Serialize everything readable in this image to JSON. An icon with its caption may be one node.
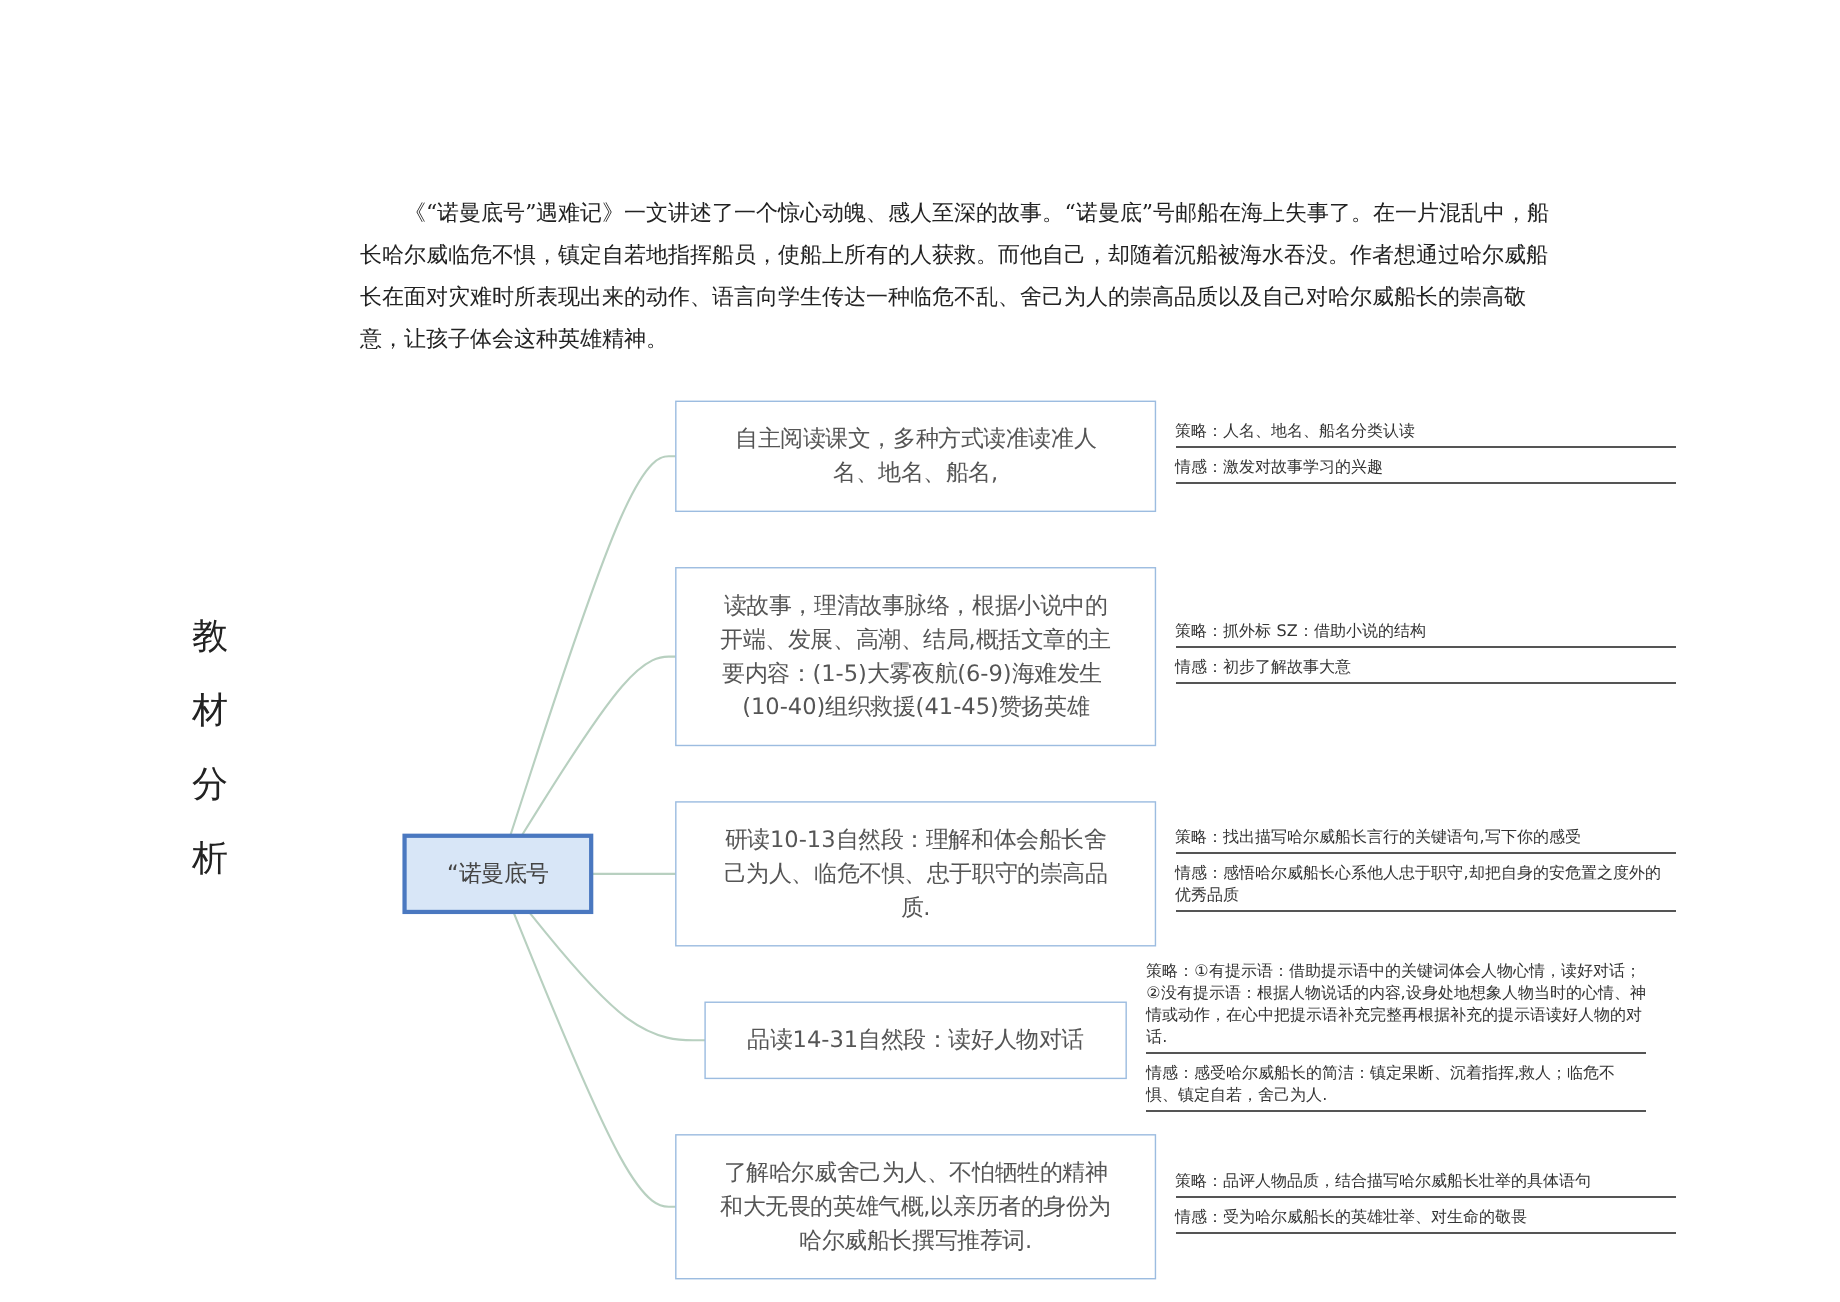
{
  "diagram": {
    "nodes": [
      {
        "text": [
          "“诺曼底号"
        ]
      },
      {
        "text": [
          "自主阅读课文，多种方式读准读准人名、地名、船名,"
        ],
        "beside": [
          "策略：人名、地名、船名分类认读",
          "情感：激发对故事学习的兴趣"
        ]
      },
      {
        "text": [
          "读故事，理清故事脉络，根据小说中的开端、发展、高潮、结局,概括文章的主要内容：(1-5)大雾夜航(6-9)海难发生 (10-40)组织救援(41-45)赞扬英雄"
        ],
        "beside": [
          "策略：抓外标 SZ：借助小说的结构",
          "情感：初步了解故事大意"
        ]
      },
      {
        "text": [
          "研读10-13自然段：理解和体会船长舍己为人、临危不惧、忠于职守的崇高品质."
        ],
        "beside": [
          "策略：找出描写哈尔威船长言行的关键语句,写下你的感受",
          "情感：感悟哈尔威船长心系他人忠于职守,却把自身的安危置之度外的优秀品质"
        ]
      },
      {
        "text": [
          "品读14-31自然段：读好人物对话"
        ],
        "beside": [
          "策略：①有提示语：借助提示语中的关键词体会人物心情，读好对话；②没有提示语：根据人物说话的内容,设身处地想象人物当时的心情、神情或动作，在心中把提示语补充完整再根据补充的提示语读好人物的对话.",
          "情感：感受哈尔威船长的简洁：镇定果断、沉着指挥,救人；临危不惧、镇定自若，舍己为人."
        ]
      },
      {
        "text": [
          "了解哈尔威舍己为人、不怕牺牲的精神和大无畏的英雄气概,以亲历者的身份为哈尔威船长撰写推荐词."
        ],
        "beside": [
          "策略：品评人物品质，结合描写哈尔威船长壮举的具体语句",
          "情感：受为哈尔威船长的英雄壮举、对生命的敬畏"
        ]
      }
    ],
    "edges": [
      {
        "from": 0,
        "to": 1,
        "arrow": "none"
      },
      {
        "from": 0,
        "to": 2,
        "arrow": "none"
      },
      {
        "from": 0,
        "to": 3,
        "arrow": "none"
      },
      {
        "from": 0,
        "to": 4,
        "arrow": "none"
      },
      {
        "from": 0,
        "to": 5,
        "arrow": "none"
      }
    ],
    "labels": [
      "《“诺曼底号”遇难记》一文讲述了一个惊心动魄、感人至深的故事。“诺曼底”号邮船在海上失事了。在一片混乱中，船长哈尔威临危不惧，镇定自若地指挥船员，使船上所有的人获救。而他自己，却随着沉船被海水吞没。作者想通过哈尔威船长在面对灾难时所表现出来的动作、语言向学生传达一种临危不乱、舍己为人的崇高品质以及自己对哈尔威船长的崇高敬意，让孩子体会这种英雄精神。",
      "教材分析"
    ]
  }
}
